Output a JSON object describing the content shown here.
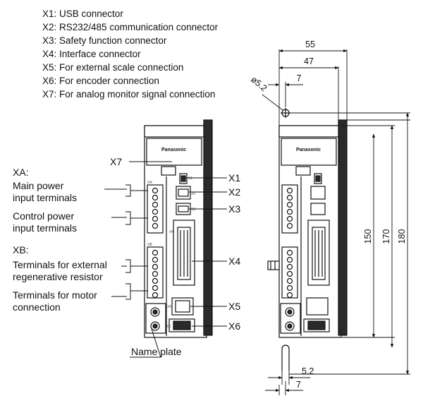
{
  "legend": [
    "X1: USB connector",
    "X2: RS232/485 communication connector",
    "X3: Safety function connector",
    "X4: Interface connector",
    "X5: For external scale connection",
    "X6: For encoder connection",
    "X7: For analog monitor signal connection"
  ],
  "brand": "Panasonic",
  "connectors": {
    "x1": "X1",
    "x2": "X2",
    "x3": "X3",
    "x4": "X4",
    "x5": "X5",
    "x6": "X6",
    "x7": "X7"
  },
  "xa": {
    "title": "XA:",
    "main_power": [
      "Main power",
      "input terminals"
    ],
    "control_power": [
      "Control power",
      "input terminals"
    ]
  },
  "xb": {
    "title": "XB:",
    "regen": [
      "Terminals for external",
      "regenerative resistor"
    ],
    "motor": [
      "Terminals for motor",
      "connection"
    ]
  },
  "name_plate": "Name plate",
  "dimensions": {
    "d55": "55",
    "d47": "47",
    "d7_top": "7",
    "hole": "ø5.2",
    "d150": "150",
    "d170": "170",
    "d180": "180",
    "d5_2": "5.2",
    "d7_bottom": "7"
  },
  "panel_labels": {
    "xa": "XA",
    "xb": "XB",
    "x1": "X1",
    "x2": "X2",
    "x3": "X3",
    "x4": "X4",
    "x5": "X5",
    "x6": "X6",
    "x7": "X7"
  },
  "colors": {
    "line": "#111111",
    "body": "#ffffff",
    "shade": "#2a2a2a"
  }
}
